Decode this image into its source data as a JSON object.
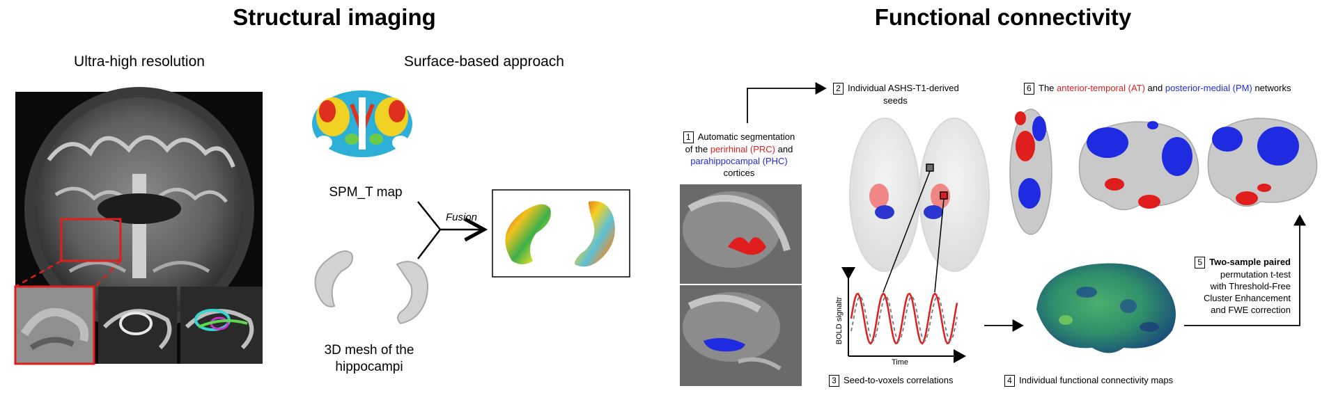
{
  "structural": {
    "title": "Structural imaging",
    "ultra_high": "Ultra-high resolution",
    "surface": "Surface-based approach",
    "spm_label": "SPM_T map",
    "mesh_label_1": "3D mesh of the",
    "mesh_label_2": "hippocampi",
    "fusion": "Fusion"
  },
  "functional": {
    "title": "Functional connectivity",
    "step1": {
      "num": "1",
      "line1": "Automatic segmentation",
      "pre": "of the ",
      "prc": "perirhinal (PRC)",
      "and": " and",
      "phc": "parahippocampal (PHC)",
      "line4": "cortices"
    },
    "step2": {
      "num": "2",
      "line1": "Individual ASHS-T1-derived",
      "line2": "seeds"
    },
    "step3": {
      "num": "3",
      "text": "Seed-to-voxels correlations"
    },
    "step4": {
      "num": "4",
      "text": "Individual functional connectivity maps"
    },
    "step5": {
      "num": "5",
      "bold": "Two-sample paired",
      "line2": "permutation t-test",
      "line3": "with Threshold-Free",
      "line4": "Cluster Enhancement",
      "line5": "and FWE correction"
    },
    "step6": {
      "num": "6",
      "pre": "The ",
      "at": "anterior-temporal (AT)",
      "mid": " and ",
      "pm": "posterior-medial (PM)",
      "post": " networks"
    },
    "plot_ylabel": "BOLD signaltr",
    "plot_xlabel": "Time"
  },
  "colors": {
    "red": "#e01e1e",
    "blue": "#1f2be0",
    "brain_gray": "#c9c9c9",
    "fc_green": "#3fa06a"
  }
}
